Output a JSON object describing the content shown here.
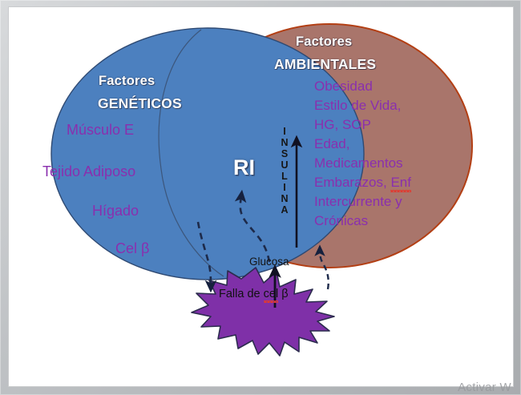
{
  "diagram": {
    "title_genetic": {
      "line1": "Factores",
      "line2": "GENÉTICOS"
    },
    "title_environmental": {
      "line1": "Factores",
      "line2": "AMBIENTALES"
    },
    "genetic_items": [
      "Músculo E",
      "Tejido Adiposo",
      "Hígado",
      "Cel β"
    ],
    "environmental_items": [
      "Obesidad",
      "Estilo de Vida,",
      "HG, SOP",
      "Edad,",
      "Medicamentos",
      "Embarazos,",
      "Enf",
      "Intercurrente  y",
      "Crónicas"
    ],
    "center_label": "RI",
    "insulin_label": "INSULINA",
    "insulin_letters": [
      "I",
      "N",
      "S",
      "U",
      "L",
      "I",
      "N",
      "A"
    ],
    "glucose_label": "Glucosa",
    "star_label_pre": "Falla  de ",
    "star_label_spell": "cel",
    "star_label_post": " β",
    "icons": {
      "up_arrow": "insulin-up-arrow",
      "glucose_arrow": "glucose-up-arrow",
      "dashed_left": "dashed-feedback-arrow-left",
      "dashed_center": "dashed-feedback-arrow-center",
      "dashed_right": "dashed-feedback-arrow-right"
    },
    "colors": {
      "genetic_ellipse_fill": "#4c80bf",
      "genetic_ellipse_stroke": "#2f4a73",
      "environmental_ellipse_fill": "#a9756b",
      "environmental_ellipse_stroke": "#b33f14",
      "star_fill": "#7f30a8",
      "star_stroke": "#2c2c4e",
      "header_text": "#ffffff",
      "item_text": "#8a2fae",
      "label_text": "#141414",
      "frame": "#b9bcbf",
      "canvas": "#ffffff"
    }
  },
  "watermark": {
    "text": "Activar W"
  }
}
